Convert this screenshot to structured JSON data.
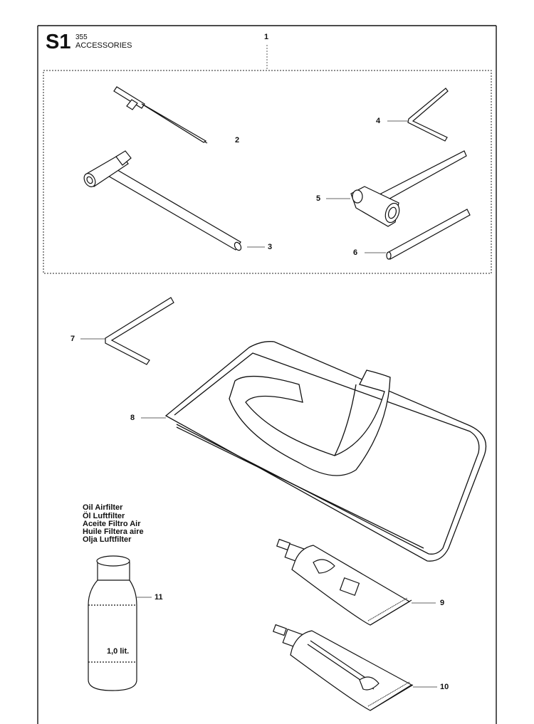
{
  "header": {
    "section_code": "S1",
    "model": "355",
    "title": "ACCESSORIES"
  },
  "callouts": [
    "1",
    "2",
    "3",
    "4",
    "5",
    "6",
    "7",
    "8",
    "9",
    "10",
    "11"
  ],
  "oil_labels": [
    "Oil Airfilter",
    "Öl Luftfilter",
    "Aceite Filtro Air",
    "Huile Filtera aire",
    "Olja Luftfilter"
  ],
  "bottle_text": "1,0 lit.",
  "parts": [
    {
      "number": "1",
      "icon": "tool-kit-group-icon"
    },
    {
      "number": "2",
      "icon": "screwdriver-icon"
    },
    {
      "number": "3",
      "icon": "t-wrench-icon"
    },
    {
      "number": "4",
      "icon": "hex-key-icon"
    },
    {
      "number": "5",
      "icon": "combination-spanner-icon"
    },
    {
      "number": "6",
      "icon": "rod-icon"
    },
    {
      "number": "7",
      "icon": "hex-key-icon"
    },
    {
      "number": "8",
      "icon": "carry-bag-icon"
    },
    {
      "number": "9",
      "icon": "grease-tube-icon"
    },
    {
      "number": "10",
      "icon": "grease-tube-icon"
    },
    {
      "number": "11",
      "icon": "oil-bottle-icon"
    }
  ]
}
